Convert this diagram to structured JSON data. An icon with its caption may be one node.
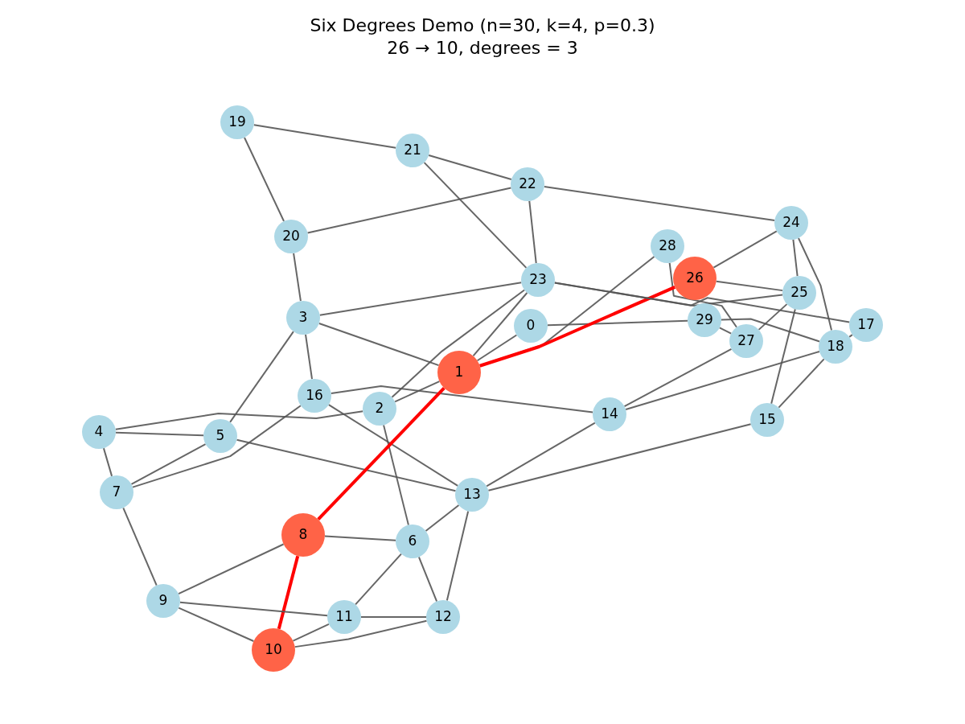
{
  "diagram": {
    "title": "Six Degrees Demo (n=30, k=4, p=0.3)",
    "nodes": [
      {
        "text": [
          "0"
        ]
      },
      {
        "text": [
          "1"
        ]
      },
      {
        "text": [
          "2"
        ]
      },
      {
        "text": [
          "3"
        ]
      },
      {
        "text": [
          "4"
        ]
      },
      {
        "text": [
          "5"
        ]
      },
      {
        "text": [
          "6"
        ]
      },
      {
        "text": [
          "7"
        ]
      },
      {
        "text": [
          "8"
        ]
      },
      {
        "text": [
          "9"
        ]
      },
      {
        "text": [
          "10"
        ]
      },
      {
        "text": [
          "11"
        ]
      },
      {
        "text": [
          "12"
        ]
      },
      {
        "text": [
          "13"
        ]
      },
      {
        "text": [
          "14"
        ]
      },
      {
        "text": [
          "15"
        ]
      },
      {
        "text": [
          "16"
        ]
      },
      {
        "text": [
          "17"
        ]
      },
      {
        "text": [
          "18"
        ]
      },
      {
        "text": [
          "19"
        ]
      },
      {
        "text": [
          "20"
        ]
      },
      {
        "text": [
          "21"
        ]
      },
      {
        "text": [
          "22"
        ]
      },
      {
        "text": [
          "23"
        ]
      },
      {
        "text": [
          "24"
        ]
      },
      {
        "text": [
          "25"
        ]
      },
      {
        "text": [
          "26"
        ]
      },
      {
        "text": [
          "27"
        ]
      },
      {
        "text": [
          "28"
        ]
      },
      {
        "text": [
          "29"
        ]
      }
    ],
    "edges": [
      {
        "from": 19,
        "to": 21,
        "arrow": "none"
      },
      {
        "from": 19,
        "to": 20,
        "arrow": "none"
      },
      {
        "from": 21,
        "to": 22,
        "arrow": "none"
      },
      {
        "from": 21,
        "to": 23,
        "arrow": "none"
      },
      {
        "from": 22,
        "to": 20,
        "arrow": "none"
      },
      {
        "from": 22,
        "to": 23,
        "arrow": "none"
      },
      {
        "from": 22,
        "to": 24,
        "arrow": "none"
      },
      {
        "from": 20,
        "to": 3,
        "arrow": "none"
      },
      {
        "from": 3,
        "to": 23,
        "arrow": "none"
      },
      {
        "from": 3,
        "to": 1,
        "arrow": "none"
      },
      {
        "from": 3,
        "to": 16,
        "arrow": "none"
      },
      {
        "from": 3,
        "to": 5,
        "arrow": "none"
      },
      {
        "from": 28,
        "to": 1,
        "arrow": "none"
      },
      {
        "from": 0,
        "to": 1,
        "arrow": "none"
      },
      {
        "from": 0,
        "to": 29,
        "arrow": "none"
      },
      {
        "from": 28,
        "to": 27,
        "arrow": "none"
      },
      {
        "from": 26,
        "to": 25,
        "arrow": "none"
      },
      {
        "from": 26,
        "to": 24,
        "arrow": "none"
      },
      {
        "from": 26,
        "to": 1,
        "arrow": "none",
        "style": "thick",
        "color": "#ff0000"
      },
      {
        "from": 23,
        "to": 25,
        "arrow": "none"
      },
      {
        "from": 23,
        "to": 17,
        "arrow": "none"
      },
      {
        "from": 23,
        "to": 1,
        "arrow": "none"
      },
      {
        "from": 23,
        "to": 2,
        "arrow": "none"
      },
      {
        "from": 29,
        "to": 27,
        "arrow": "none"
      },
      {
        "from": 29,
        "to": 18,
        "arrow": "none"
      },
      {
        "from": 27,
        "to": 25,
        "arrow": "none"
      },
      {
        "from": 27,
        "to": 14,
        "arrow": "none"
      },
      {
        "from": 18,
        "to": 14,
        "arrow": "none"
      },
      {
        "from": 18,
        "to": 15,
        "arrow": "none"
      },
      {
        "from": 18,
        "to": 24,
        "arrow": "none"
      },
      {
        "from": 18,
        "to": 17,
        "arrow": "none"
      },
      {
        "from": 25,
        "to": 24,
        "arrow": "none"
      },
      {
        "from": 25,
        "to": 15,
        "arrow": "none"
      },
      {
        "from": 15,
        "to": 13,
        "arrow": "none"
      },
      {
        "from": 1,
        "to": 2,
        "arrow": "none"
      },
      {
        "from": 16,
        "to": 14,
        "arrow": "none"
      },
      {
        "from": 2,
        "to": 4,
        "arrow": "none"
      },
      {
        "from": 2,
        "to": 6,
        "arrow": "none"
      },
      {
        "from": 16,
        "to": 13,
        "arrow": "none"
      },
      {
        "from": 16,
        "to": 7,
        "arrow": "none"
      },
      {
        "from": 5,
        "to": 7,
        "arrow": "none"
      },
      {
        "from": 4,
        "to": 5,
        "arrow": "none"
      },
      {
        "from": 4,
        "to": 7,
        "arrow": "none"
      },
      {
        "from": 5,
        "to": 13,
        "arrow": "none"
      },
      {
        "from": 13,
        "to": 14,
        "arrow": "none"
      },
      {
        "from": 13,
        "to": 6,
        "arrow": "none"
      },
      {
        "from": 13,
        "to": 12,
        "arrow": "none"
      },
      {
        "from": 8,
        "to": 6,
        "arrow": "none"
      },
      {
        "from": 8,
        "to": 9,
        "arrow": "none"
      },
      {
        "from": 8,
        "to": 1,
        "arrow": "none",
        "style": "thick",
        "color": "#ff0000"
      },
      {
        "from": 8,
        "to": 10,
        "arrow": "none",
        "style": "thick",
        "color": "#ff0000"
      },
      {
        "from": 6,
        "to": 11,
        "arrow": "none"
      },
      {
        "from": 6,
        "to": 12,
        "arrow": "none"
      },
      {
        "from": 9,
        "to": 11,
        "arrow": "none"
      },
      {
        "from": 9,
        "to": 10,
        "arrow": "none"
      },
      {
        "from": 7,
        "to": 9,
        "arrow": "none"
      },
      {
        "from": 10,
        "to": 12,
        "arrow": "none"
      },
      {
        "from": 11,
        "to": 10,
        "arrow": "none"
      },
      {
        "from": 11,
        "to": 12,
        "arrow": "none"
      }
    ],
    "labels": [
      "26 → 10, degrees = 3"
    ]
  }
}
